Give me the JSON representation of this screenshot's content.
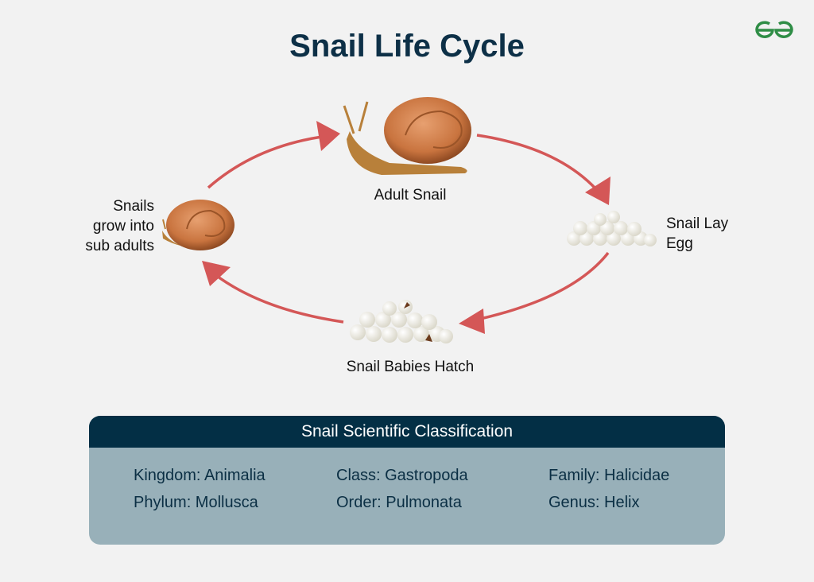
{
  "title": "Snail Life Cycle",
  "logo": {
    "icon": "geeksforgeeks-logo",
    "color": "#2f8d46"
  },
  "colors": {
    "arrow": "#d45757",
    "header_bg": "#032f45",
    "body_bg": "#98b0b9",
    "title": "#0d3047"
  },
  "stages": [
    {
      "label": "Adult Snail"
    },
    {
      "label_lines": [
        "Snail Lay",
        "Egg"
      ]
    },
    {
      "label": "Snail Babies Hatch"
    },
    {
      "label_lines": [
        "Snails",
        "grow into",
        "sub adults"
      ]
    }
  ],
  "classification": {
    "title": "Snail Scientific Classification",
    "items": [
      "Kingdom: Animalia",
      "Phylum: Mollusca",
      "Class: Gastropoda",
      "Order: Pulmonata",
      "Family: Halicidae",
      "Genus: Helix"
    ]
  }
}
